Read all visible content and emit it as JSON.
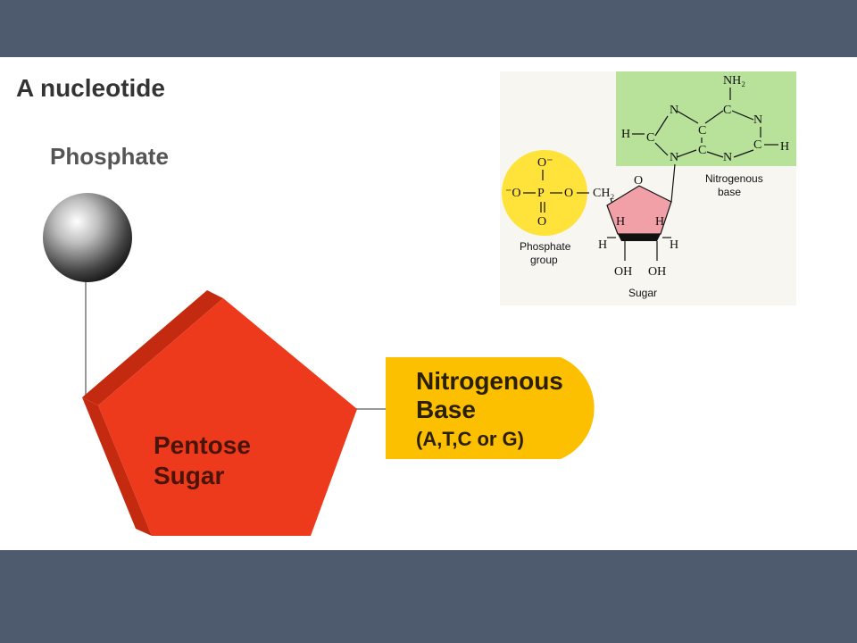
{
  "slide": {
    "title": "A nucleotide",
    "phosphate_label": "Phosphate",
    "sugar_line1": "Pentose",
    "sugar_line2": "Sugar",
    "base_line1": "Nitrogenous",
    "base_line2": "Base",
    "base_line3": "(A,T,C or G)"
  },
  "chem": {
    "nh2": "NH₂",
    "n_top": "N",
    "c_top": "C",
    "n_right": "N",
    "h_left": "H",
    "c_left": "C",
    "c_mid": "C",
    "c_right": "C",
    "h_right": "H",
    "n_bottom_left": "N",
    "n_bottom_right": "N",
    "c_bottom": "C",
    "o_top": "O⁻",
    "o_left": "⁻O",
    "p": "P",
    "o_bridge": "O",
    "o_bottom": "O",
    "ch2": "CH₂",
    "ring_o": "O",
    "h1": "H",
    "h2": "H",
    "h3": "H",
    "h4": "H",
    "oh1": "OH",
    "oh2": "OH",
    "base_label_line1": "Nitrogenous",
    "base_label_line2": "base",
    "phosphate_label_line1": "Phosphate",
    "phosphate_label_line2": "group",
    "sugar_label": "Sugar"
  },
  "colors": {
    "background_bar": "#4e5b6e",
    "sugar": "#ee3a1c",
    "sugar_shadow": "#c42a10",
    "base": "#fcc000",
    "base_highlight": "#b8e29a",
    "phosphate_highlight": "#ffe23a",
    "sugar_highlight": "#f2a0a8"
  }
}
